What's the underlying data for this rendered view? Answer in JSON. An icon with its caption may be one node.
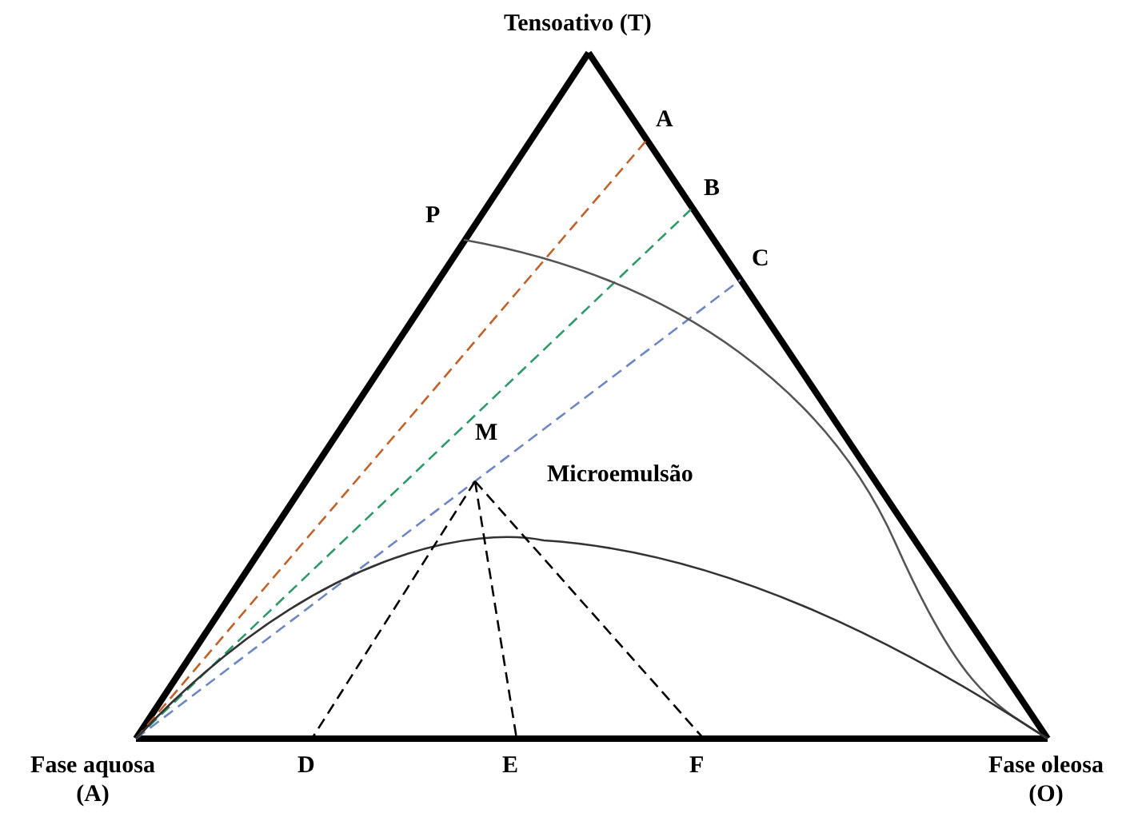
{
  "diagram": {
    "nodes": [
      {
        "text": [
          "Tensoativo (T)"
        ]
      },
      {
        "text": [
          "A"
        ]
      },
      {
        "text": [
          "P"
        ]
      },
      {
        "text": [
          "B"
        ]
      },
      {
        "text": [
          "C"
        ]
      },
      {
        "text": [
          "M"
        ]
      },
      {
        "text": [
          "Fase aquosa (A)"
        ]
      },
      {
        "text": [
          "D"
        ]
      },
      {
        "text": [
          "E"
        ]
      },
      {
        "text": [
          "F"
        ]
      },
      {
        "text": [
          "Fase oleosa (O)"
        ]
      }
    ],
    "edges": [
      {
        "from": 0,
        "to": 6,
        "arrow": "none",
        "style": "thick"
      },
      {
        "from": 0,
        "to": 10,
        "arrow": "none",
        "style": "thick"
      },
      {
        "from": 6,
        "to": 10,
        "arrow": "none",
        "style": "thick"
      },
      {
        "from": 6,
        "to": 1,
        "arrow": "none",
        "style": "dashed",
        "color": "#c0622a"
      },
      {
        "from": 6,
        "to": 3,
        "arrow": "none",
        "style": "dashed",
        "color": "#2e9a6a"
      },
      {
        "from": 6,
        "to": 4,
        "arrow": "none",
        "style": "dashed",
        "color": "#6f86c4"
      },
      {
        "from": 2,
        "to": 10,
        "arrow": "none",
        "color": "#555555"
      },
      {
        "from": 6,
        "to": 10,
        "arrow": "none",
        "color": "#333333"
      },
      {
        "from": 5,
        "to": 7,
        "arrow": "none",
        "style": "dashed"
      },
      {
        "from": 5,
        "to": 8,
        "arrow": "none",
        "style": "dashed"
      },
      {
        "from": 5,
        "to": 9,
        "arrow": "none",
        "style": "dashed"
      }
    ],
    "labels": [
      "Microemulsão"
    ]
  }
}
